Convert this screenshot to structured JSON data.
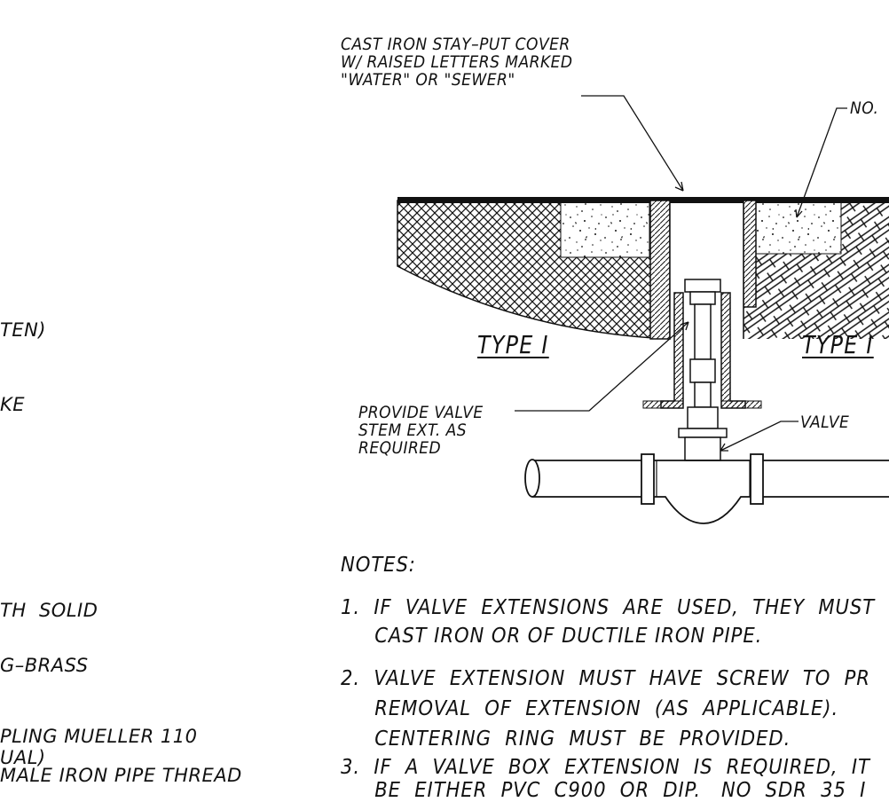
{
  "left_column": {
    "fragments": [
      "TEN)",
      "KE",
      "TH  SOLID",
      "G–BRASS",
      "PLING MUELLER 110",
      "UAL)",
      "MALE IRON PIPE THREAD"
    ]
  },
  "callouts": {
    "cover": [
      "CAST IRON STAY–PUT COVER",
      "W/ RAISED LETTERS MARKED",
      "\"WATER\" OR \"SEWER\""
    ],
    "top_right": "NO.",
    "stem_ext": [
      "PROVIDE VALVE",
      "STEM EXT. AS",
      "REQUIRED"
    ],
    "valve": "VALVE"
  },
  "type_labels": {
    "type_1": "TYPE I",
    "type_2": "TYPE I"
  },
  "notes": {
    "heading": "NOTES:",
    "lines": [
      "1.  IF  VALVE  EXTENSIONS  ARE  USED,  THEY  MUST",
      "     CAST IRON OR OF DUCTILE IRON PIPE.",
      "2.  VALVE  EXTENSION  MUST  HAVE  SCREW  TO  PR",
      "     REMOVAL  OF  EXTENSION  (AS  APPLICABLE).",
      "     CENTERING  RING  MUST  BE  PROVIDED.",
      "3.  IF  A  VALVE  BOX  EXTENSION  IS  REQUIRED,  IT",
      "     BE  EITHER  PVC  C900  OR  DIP.   NO  SDR  35  I"
    ]
  },
  "colors": {
    "ink": "#111111",
    "background": "#ffffff"
  }
}
